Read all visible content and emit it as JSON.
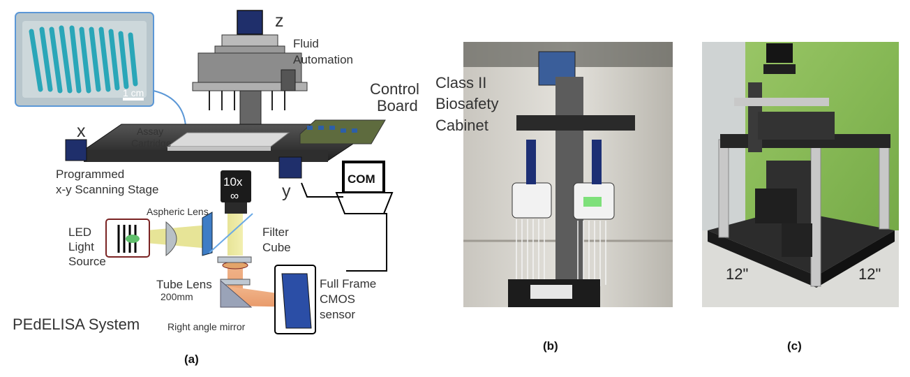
{
  "panels": {
    "a": {
      "caption": "(a)",
      "inset_scale": "1 cm",
      "labels": {
        "z": "z",
        "fluid1": "Fluid",
        "fluid2": "Automation",
        "control1": "Control",
        "control2": "Board",
        "x": "x",
        "assay1": "Assay",
        "assay2": "Cartridge",
        "stage1": "Programmed",
        "stage2": "x-y Scanning Stage",
        "y": "y",
        "com": "COM",
        "obj1": "10x",
        "obj2": "∞",
        "asph": "Aspheric Lens",
        "led1": "LED",
        "led2": "Light",
        "led3": "Source",
        "filter1": "Filter",
        "filter2": "Cube",
        "tube1": "Tube Lens",
        "tube2": "200mm",
        "cmos1": "Full Frame",
        "cmos2": "CMOS",
        "cmos3": "sensor",
        "mirror": "Right angle mirror",
        "system": "PEdELISA System"
      }
    },
    "b": {
      "caption": "(b)",
      "cab1": "Class II",
      "cab2": "Biosafety",
      "cab3": "Cabinet"
    },
    "c": {
      "caption": "(c)",
      "dim_left": "12\"",
      "dim_right": "12\""
    }
  }
}
